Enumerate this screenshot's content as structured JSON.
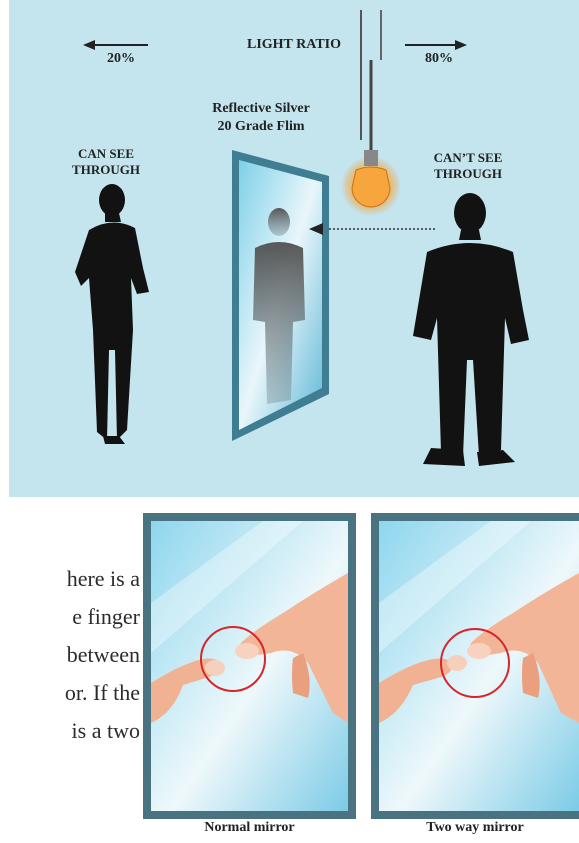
{
  "top_diagram": {
    "light_ratio_label": "LIGHT RATIO",
    "left_percent": "20%",
    "right_percent": "80%",
    "film_label_line1": "Reflective Silver",
    "film_label_line2": "20 Grade Flim",
    "left_person_line1": "CAN SEE",
    "left_person_line2": "THROUGH",
    "right_person_line1": "CAN’T SEE",
    "right_person_line2": "THROUGH"
  },
  "body_text_lines": [
    "here is a",
    "e finger",
    "between",
    "or. If the",
    "is a two"
  ],
  "photos": {
    "left_caption": "Normal mirror",
    "right_caption": "Two way mirror"
  },
  "colors": {
    "panel_bg": "#c4e4ee",
    "circle_red": "#d6252b",
    "silhouette": "#121212",
    "bulb": "#f5a33b"
  }
}
